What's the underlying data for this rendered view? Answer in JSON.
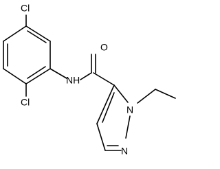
{
  "molecule": {
    "atom_labels": {
      "cl_top": "Cl",
      "cl_bottom": "Cl",
      "amide_n": "NH",
      "carbonyl_o": "O",
      "pyrazole_n1": "N",
      "pyrazole_n2": "N"
    }
  },
  "colors": {
    "ink": "#000000",
    "background": "#ffffff"
  }
}
